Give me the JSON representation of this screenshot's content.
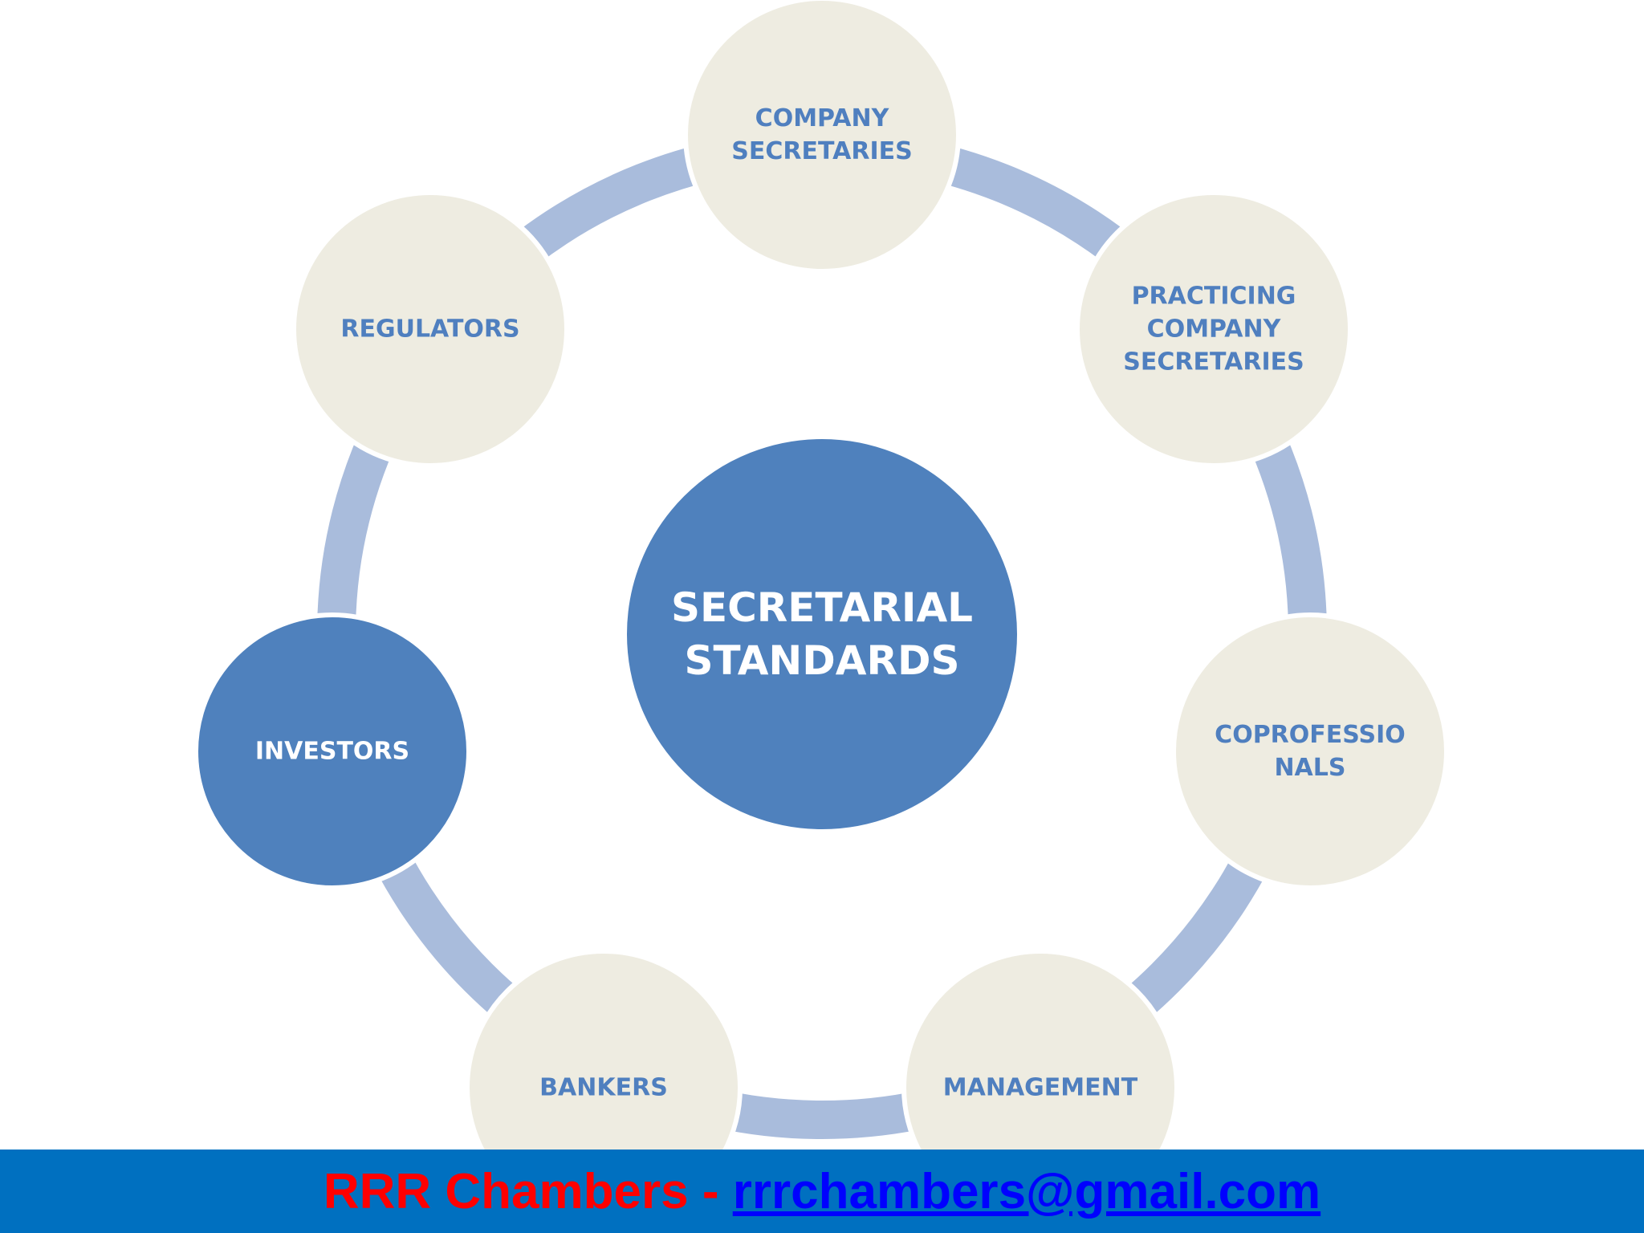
{
  "diagram": {
    "center": {
      "label": "SECRETARIAL\nSTANDARDS"
    },
    "nodes": [
      {
        "id": "company-secretaries",
        "label": "COMPANY\nSECRETARIES",
        "style": "light"
      },
      {
        "id": "practicing-company-secretaries",
        "label": "PRACTICING\nCOMPANY\nSECRETARIES",
        "style": "light"
      },
      {
        "id": "coprofessionals",
        "label": "COPROFESSIO\nNALS",
        "style": "light"
      },
      {
        "id": "management",
        "label": "MANAGEMENT",
        "style": "light"
      },
      {
        "id": "bankers",
        "label": "BANKERS",
        "style": "light"
      },
      {
        "id": "investors",
        "label": "INVESTORS",
        "style": "dark"
      },
      {
        "id": "regulators",
        "label": "REGULATORS",
        "style": "light"
      }
    ],
    "colors": {
      "center_fill": "#4f81bd",
      "node_light_fill": "#eeece1",
      "node_dark_fill": "#4f81bd",
      "ring": "#a9bcdc",
      "node_light_text": "#4f7fbf"
    }
  },
  "footer": {
    "name": "RRR Chambers",
    "separator": " - ",
    "email": "rrrchambers@gmail.com",
    "background": "#0070c0"
  }
}
